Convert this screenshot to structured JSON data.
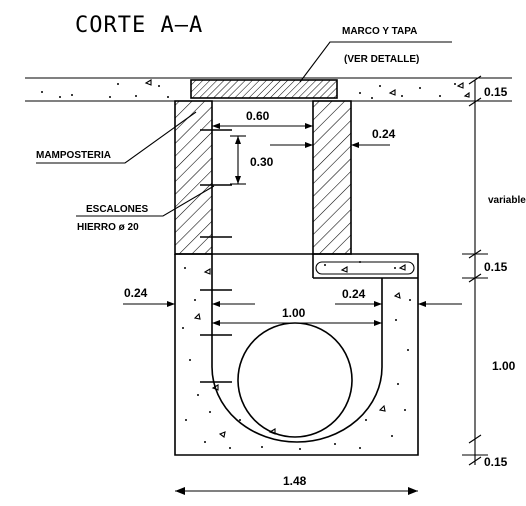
{
  "title": "CORTE A—A",
  "labels": {
    "frame_cover": "MARCO Y TAPA",
    "frame_cover_ref": "(VER DETALLE)",
    "masonry": "MAMPOSTERIA",
    "steps": "ESCALONES",
    "steps_rebar": "HIERRO ø 20"
  },
  "dimensions": {
    "opening_width": "0.60",
    "step_spacing": "0.30",
    "wall_thickness_right": "0.24",
    "top_slab": "0.15",
    "variable_height": "variable",
    "slab_offset": "0.15",
    "wall_thickness_left": "0.24",
    "inner_wall_thickness": "0.24",
    "channel_width": "1.00",
    "chamber_height": "1.00",
    "bottom_slab": "0.15",
    "total_width": "1.48"
  },
  "colors": {
    "line": "#000000",
    "background": "#ffffff"
  }
}
